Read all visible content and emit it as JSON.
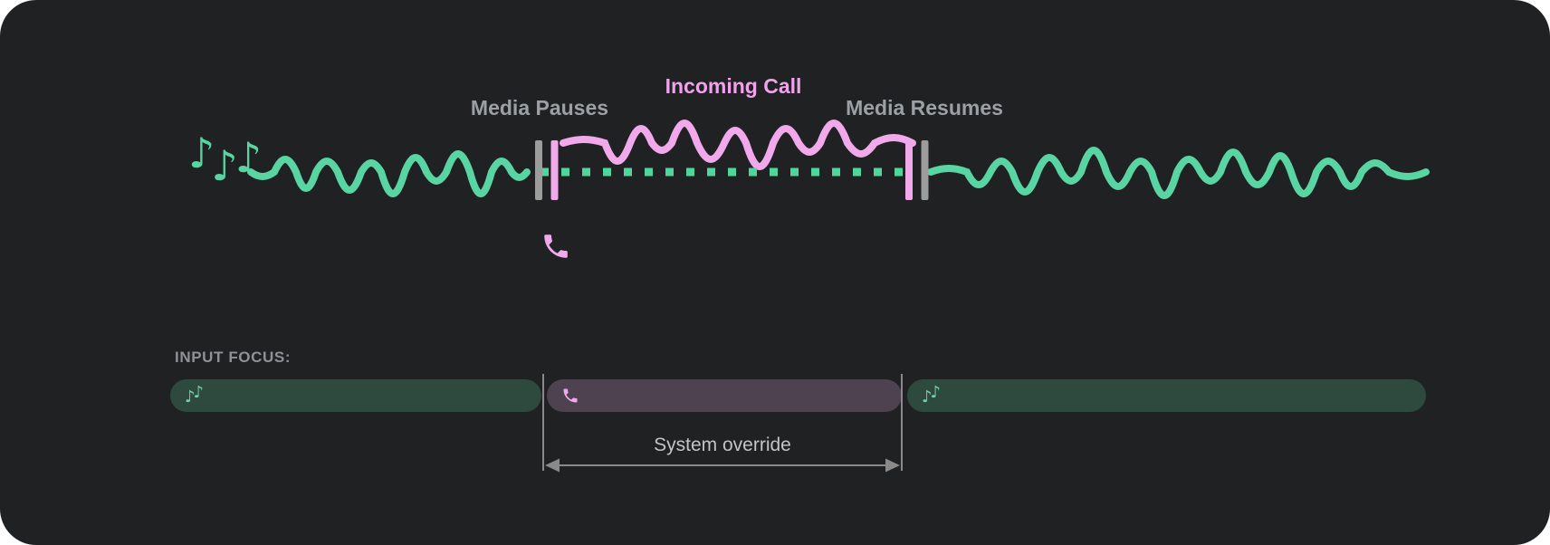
{
  "colors": {
    "panel_bg": "#202122",
    "media_green": "#58D5A2",
    "media_green_dim_bar": "#2E4A3F",
    "ducked_dotted_green": "#4FD69D",
    "call_pink": "#F2A9EC",
    "call_purple_bar": "#4E4150",
    "marker_gray": "#9C9C9C",
    "label_gray": "#9AA0A6",
    "annotation_gray": "#C4C4C4"
  },
  "diagram": {
    "media_pauses_label": "Media Pauses",
    "incoming_call_label": "Incoming Call",
    "media_resumes_label": "Media Resumes"
  },
  "input_focus": {
    "title": "INPUT FOCUS:",
    "annotation": "System override",
    "segments": [
      {
        "icon": "music-notes"
      },
      {
        "icon": "phone"
      },
      {
        "icon": "music-notes"
      }
    ]
  },
  "icons": {
    "note_glyph": "♪"
  }
}
